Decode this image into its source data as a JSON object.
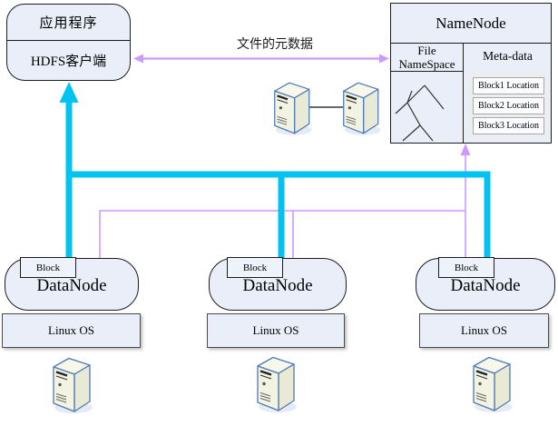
{
  "client_box": {
    "app_label": "应用程序",
    "hdfs_label": "HDFS客户端"
  },
  "metadata_link": {
    "label": "文件的元数据"
  },
  "namenode": {
    "title": "NameNode",
    "left_column": {
      "line1": "File",
      "line2": "NameSpace"
    },
    "right_column": {
      "header": "Meta-data",
      "entries": [
        "Block1 Location",
        "Block2 Location",
        "Block3 Location"
      ]
    }
  },
  "datanodes": [
    {
      "block": "Block",
      "title": "DataNode",
      "os": "Linux OS"
    },
    {
      "block": "Block",
      "title": "DataNode",
      "os": "Linux OS"
    },
    {
      "block": "Block",
      "title": "DataNode",
      "os": "Linux OS"
    }
  ],
  "icons": {
    "server": "server-tower-icon",
    "tree": "namespace-tree-icon"
  },
  "colors": {
    "write_path_cyan": "#00c3f2",
    "metadata_purple": "#cc99ff",
    "node_fill": "#e9eef8"
  }
}
